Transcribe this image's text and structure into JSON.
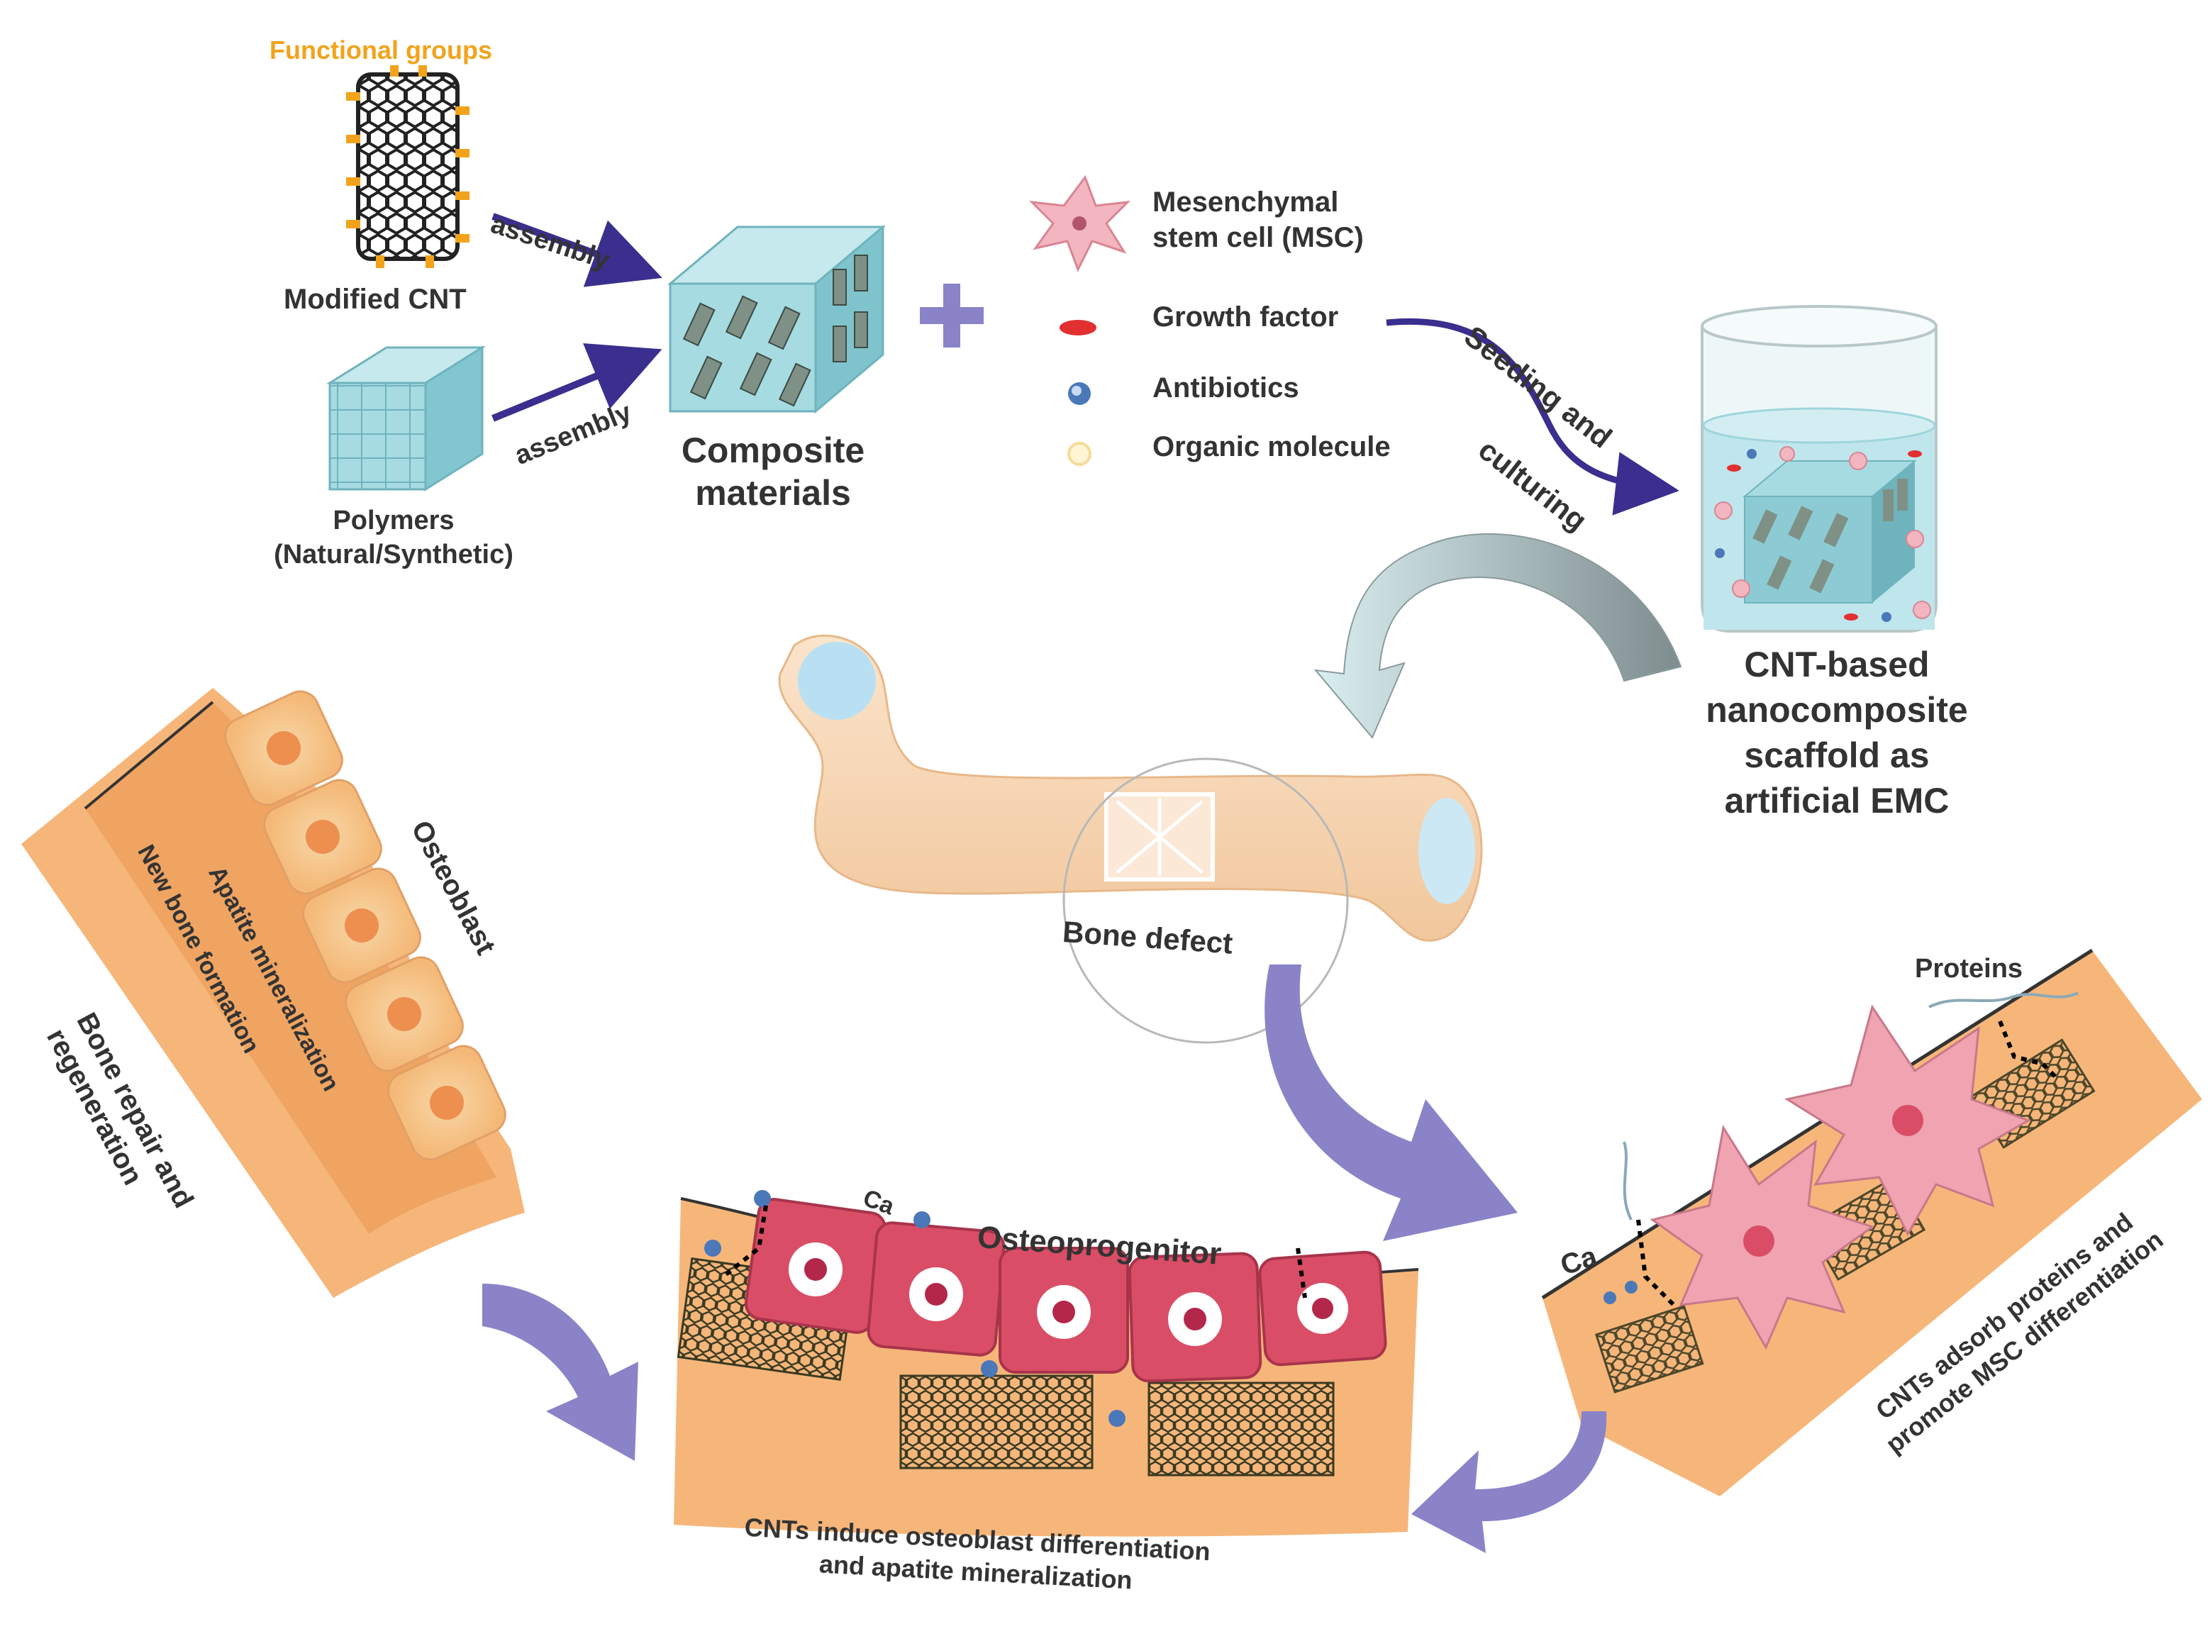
{
  "top": {
    "functional_groups": "Functional groups",
    "modified_cnt": "Modified CNT",
    "assembly_1": "assembly",
    "assembly_2": "assembly",
    "polymers_line1": "Polymers",
    "polymers_line2": "(Natural/Synthetic)",
    "composite_line1": "Composite",
    "composite_line2": "materials",
    "legend": [
      {
        "label_line1": "Mesenchymal",
        "label_line2": "stem cell (MSC)",
        "icon": "msc-cell-icon",
        "color": "#f3b6c0"
      },
      {
        "label_line1": "Growth factor",
        "label_line2": "",
        "icon": "growth-factor-icon",
        "color": "#e23030"
      },
      {
        "label_line1": "Antibiotics",
        "label_line2": "",
        "icon": "antibiotic-icon",
        "color": "#4a78b8"
      },
      {
        "label_line1": "Organic molecule",
        "label_line2": "",
        "icon": "organic-molecule-icon",
        "color": "#f3dc9a"
      }
    ],
    "seeding_line1": "Seeding and",
    "seeding_line2": "culturing",
    "scaffold_line1": "CNT-based",
    "scaffold_line2": "nanocomposite",
    "scaffold_line3": "scaffold as",
    "scaffold_line4": "artificial EMC"
  },
  "middle": {
    "bone_defect": "Bone defect"
  },
  "left_panel": {
    "osteoblast": "Osteoblast",
    "apatite": "Apatite mineralization",
    "new_bone": "New bone formation",
    "repair_line1": "Bone repair and",
    "repair_line2": "regeneration"
  },
  "bottom_panel": {
    "ca": "Ca",
    "osteoprogenitor": "Osteoprogenitor",
    "caption_line1": "CNTs induce osteoblast differentiation",
    "caption_line2": "and apatite mineralization"
  },
  "right_panel": {
    "proteins": "Proteins",
    "ca": "Ca",
    "caption_line1": "CNTs adsorb proteins and",
    "caption_line2": "promote MSC differentiation"
  },
  "colors": {
    "arrow_navy": "#3a2f8e",
    "arrow_purple": "#8a83c8",
    "cube_teal": "#9fd5dc",
    "tissue_orange": "#f6b67a",
    "cell_pink": "#f0a3b1",
    "osteo_red": "#d94e66",
    "functional_orange": "#f2a31c"
  }
}
